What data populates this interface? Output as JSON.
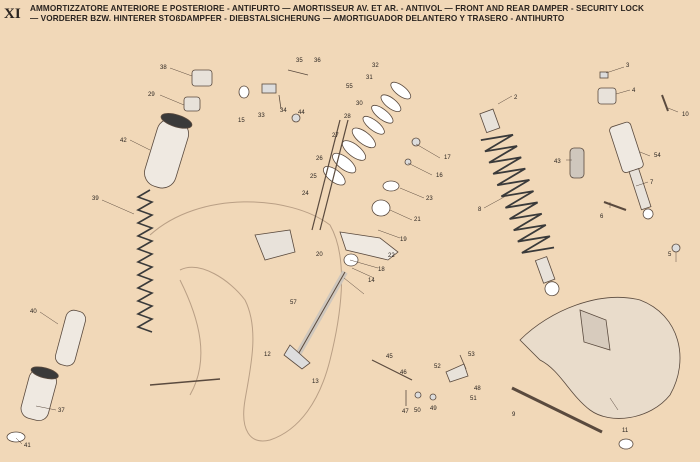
{
  "header": {
    "plate_number": "XI",
    "line1": "AMMORTIZZATORE ANTERIORE E POSTERIORE - ANTIFURTO  —  AMORTISSEUR AV. ET AR. - ANTIVOL — FRONT AND REAR DAMPER - SECURITY LOCK",
    "line2": "— VORDERER BZW. HINTERER STOßDAMPFER - DIEBSTALSICHERUNG  —  AMORTIGUADOR DELANTERO Y TRASERO - ANTIHURTO"
  },
  "part_labels": [
    "38",
    "29",
    "42",
    "39",
    "40",
    "37",
    "41",
    "15",
    "33",
    "35",
    "36",
    "34",
    "44",
    "32",
    "31",
    "55",
    "30",
    "28",
    "27",
    "26",
    "25",
    "24",
    "17",
    "16",
    "23",
    "21",
    "20",
    "19",
    "22",
    "18",
    "14",
    "57",
    "12",
    "13",
    "2",
    "8",
    "3",
    "4",
    "43",
    "10",
    "5",
    "54",
    "7",
    "6",
    "46",
    "45",
    "47",
    "50",
    "49",
    "48",
    "53",
    "52",
    "51",
    "9",
    "11"
  ]
}
